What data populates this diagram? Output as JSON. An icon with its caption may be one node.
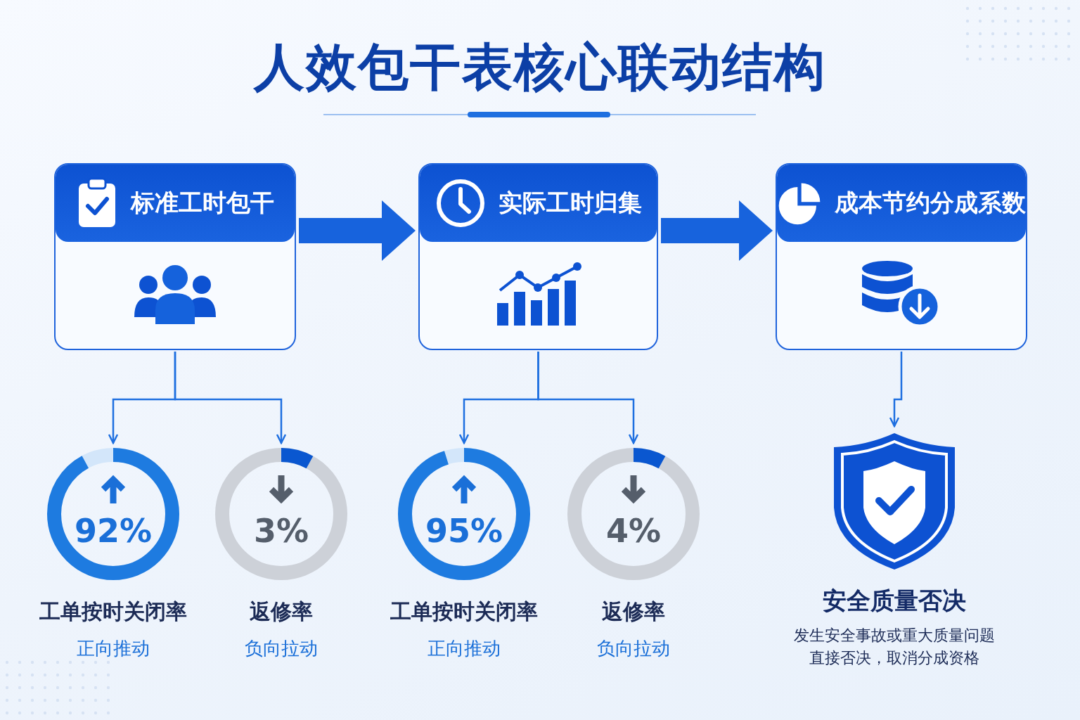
{
  "diagram": {
    "title": "人效包干表核心联动结构",
    "nodes": [
      {
        "text": [
          "标准工时包干"
        ]
      },
      {
        "text": [
          "实际工时归集"
        ]
      },
      {
        "text": [
          "成本节约分成系数"
        ]
      },
      {
        "text": [
          "92%"
        ],
        "beside": [
          "工单按时关闭率",
          "正向推动"
        ]
      },
      {
        "text": [
          "3%"
        ],
        "beside": [
          "返修率",
          "负向拉动"
        ]
      },
      {
        "text": [
          "95%"
        ],
        "beside": [
          "工单按时关闭率",
          "正向推动"
        ]
      },
      {
        "text": [
          "4%"
        ],
        "beside": [
          "返修率",
          "负向拉动"
        ]
      },
      {
        "text": [],
        "shape": "shield",
        "beside": [
          "安全质量否决",
          "发生安全事故或重大质量问题直接否决，取消分成资格"
        ]
      }
    ],
    "edges": [
      {
        "from": 0,
        "to": 1,
        "arrow": "to",
        "style": "thick"
      },
      {
        "from": 1,
        "to": 2,
        "arrow": "to",
        "style": "thick"
      },
      {
        "from": 0,
        "to": 3,
        "arrow": "to"
      },
      {
        "from": 0,
        "to": 4,
        "arrow": "to"
      },
      {
        "from": 1,
        "to": 5,
        "arrow": "to"
      },
      {
        "from": 1,
        "to": 6,
        "arrow": "to"
      },
      {
        "from": 2,
        "to": 7,
        "arrow": "to"
      }
    ]
  }
}
